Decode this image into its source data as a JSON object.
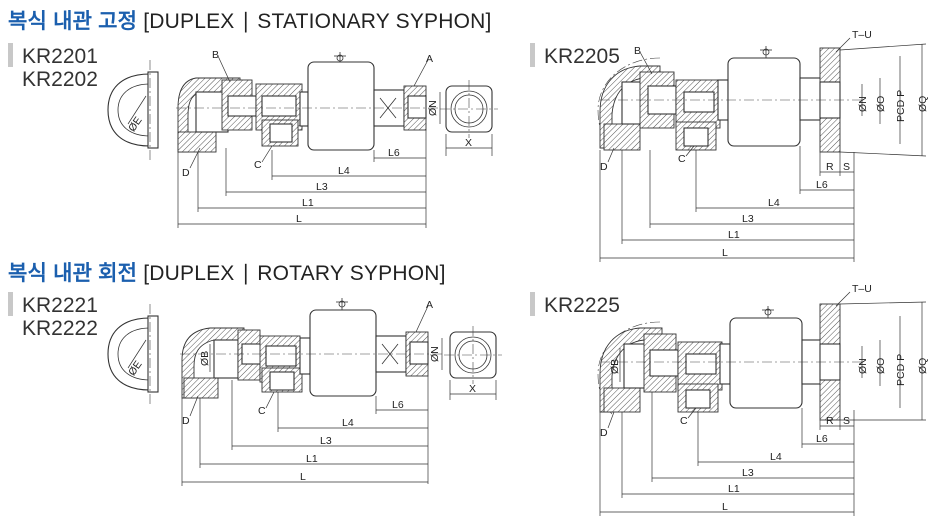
{
  "sections": [
    {
      "title_ko": "복식 내관 고정",
      "title_en": "[DUPLEX ∣ STATIONARY SYPHON]"
    },
    {
      "title_ko": "복식 내관 회전",
      "title_en": "[DUPLEX ∣ ROTARY SYPHON]"
    }
  ],
  "models": {
    "top_left": [
      "KR2201",
      "KR2202"
    ],
    "top_right": [
      "KR2205"
    ],
    "bottom_left": [
      "KR2221",
      "KR2222"
    ],
    "bottom_right": [
      "KR2225"
    ]
  },
  "labels": {
    "A": "A",
    "B": "B",
    "C": "C",
    "D": "D",
    "E": "ØE",
    "N": "ØN",
    "O": "ØO",
    "P": "PCD P",
    "Q": "ØQ",
    "R": "R",
    "S": "S",
    "TU": "T–U",
    "X": "X",
    "L": "L",
    "L1": "L1",
    "L3": "L3",
    "L4": "L4",
    "L6": "L6",
    "phiB": "ØB"
  },
  "colors": {
    "title_ko": "#1b5fae",
    "title_en": "#222222",
    "line": "#333333",
    "bar": "#c8c8c8"
  }
}
